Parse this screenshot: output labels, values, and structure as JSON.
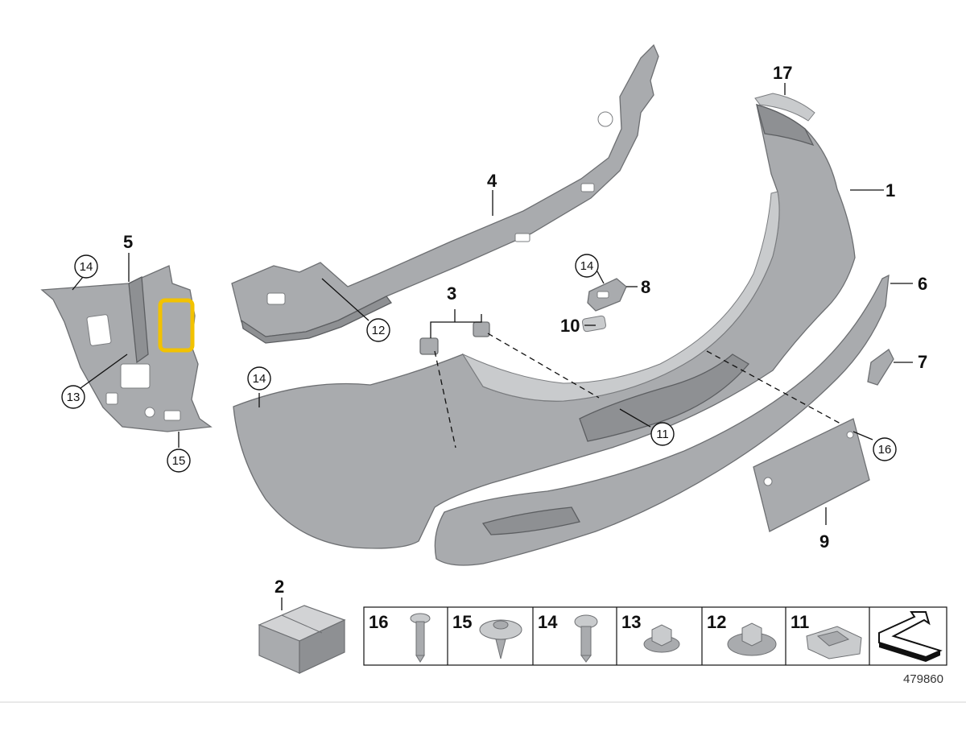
{
  "diagram": {
    "labels": {
      "l1": "1",
      "l2": "2",
      "l3": "3",
      "l4": "4",
      "l5": "5",
      "l6": "6",
      "l7": "7",
      "l8": "8",
      "l9": "9",
      "l10": "10",
      "l17": "17"
    },
    "circled": {
      "c14a": "14",
      "c13": "13",
      "c15": "15",
      "c12": "12",
      "c14b": "14",
      "c14c": "14",
      "c11": "11",
      "c16": "16"
    },
    "legend": [
      "16",
      "15",
      "14",
      "13",
      "12",
      "11"
    ],
    "figure_number": "479860",
    "highlight_color": "#f2c200"
  }
}
